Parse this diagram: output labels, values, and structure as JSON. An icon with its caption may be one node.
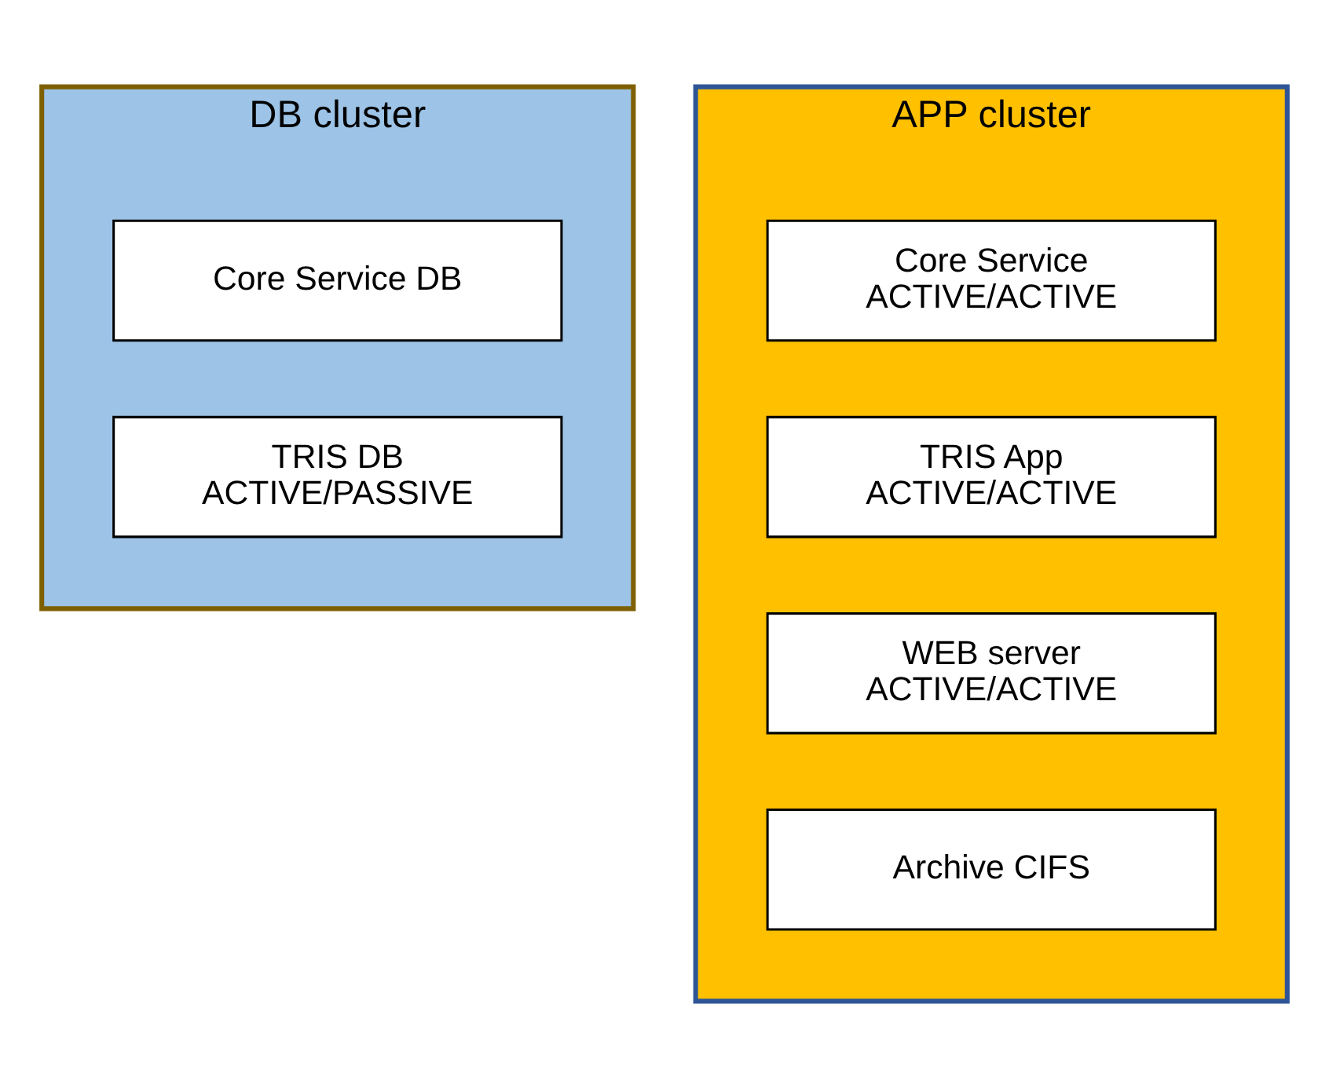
{
  "diagram": {
    "nodes": [
      {
        "text": [
          "DB cluster"
        ]
      },
      {
        "text": [
          "Core Service DB"
        ],
        "in": 0
      },
      {
        "text": [
          "TRIS DB",
          "ACTIVE/PASSIVE"
        ],
        "in": 0
      },
      {
        "text": [
          "APP cluster"
        ]
      },
      {
        "text": [
          "Core Service",
          "ACTIVE/ACTIVE"
        ],
        "in": 3
      },
      {
        "text": [
          "TRIS App",
          "ACTIVE/ACTIVE"
        ],
        "in": 3
      },
      {
        "text": [
          "WEB server",
          "ACTIVE/ACTIVE"
        ],
        "in": 3
      },
      {
        "text": [
          "Archive CIFS"
        ],
        "in": 3
      }
    ],
    "edges": []
  }
}
